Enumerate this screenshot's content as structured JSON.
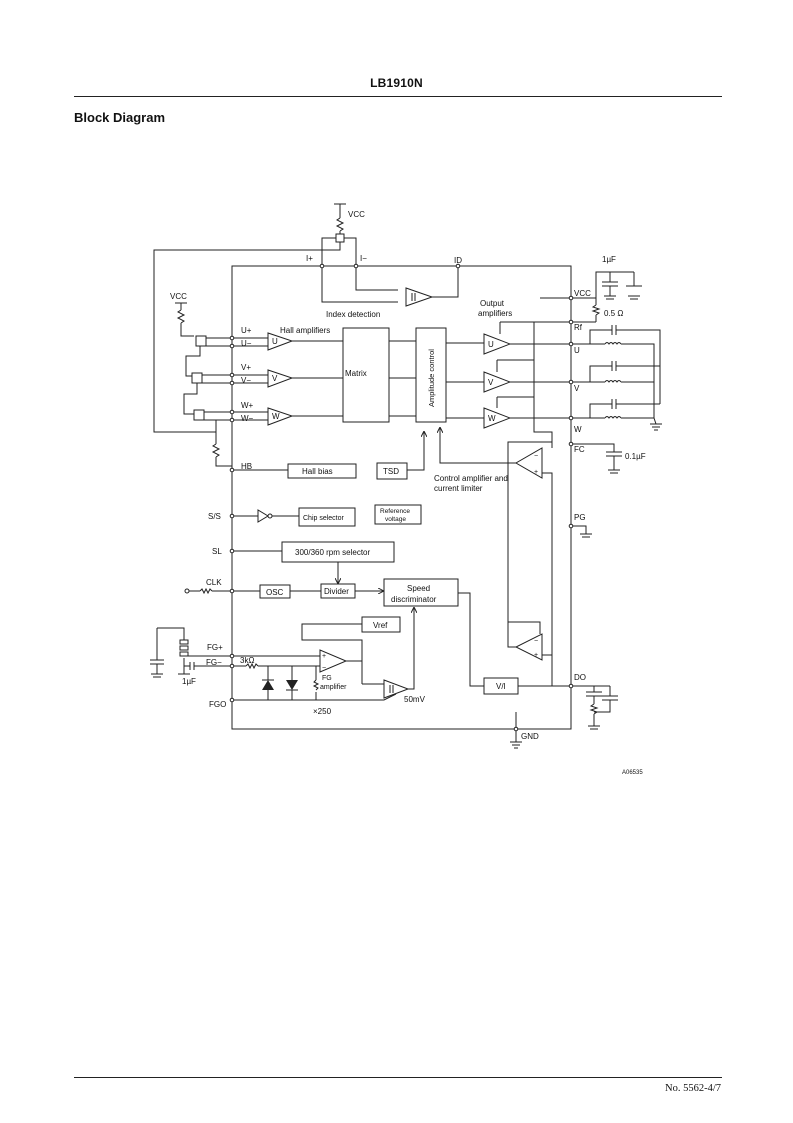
{
  "header": {
    "part_number": "LB1910N"
  },
  "section": {
    "title": "Block Diagram"
  },
  "footer": {
    "page_number": "No. 5562-4/7"
  },
  "diagram": {
    "blocks": {
      "matrix": "Matrix",
      "amplitude_control": "Amplitude control",
      "hall_bias": "Hall bias",
      "tsd": "TSD",
      "chip_selector": "Chip selector",
      "reference_voltage_line1": "Reference",
      "reference_voltage_line2": "voltage",
      "rpm_selector": "300/360 rpm selector",
      "osc": "OSC",
      "divider": "Divider",
      "speed_disc_line1": "Speed",
      "speed_disc_line2": "discriminator",
      "vref": "Vref",
      "vi": "V/I"
    },
    "amp_letters": {
      "u": "U",
      "v": "V",
      "w": "W"
    },
    "labels": {
      "vcc_top": "VCC",
      "vcc_left": "VCC",
      "vcc_right": "VCC",
      "i_plus": "I+",
      "i_minus": "I−",
      "id": "ID",
      "index_detection": "Index  detection",
      "hall_amplifiers": "Hall amplifiers",
      "output_amplifiers_line1": "Output",
      "output_amplifiers_line2": "amplifiers",
      "control_amp_line1": "Control amplifier and",
      "control_amp_line2": "current limiter",
      "fg_amplifier_line1": "FG",
      "fg_amplifier_line2": "amplifier",
      "x250": "×250",
      "fifty_mv": "50mV",
      "three_kohm": "3kΩ",
      "one_uf_top": "1µF",
      "half_ohm": "0.5 Ω",
      "point_one_uf": "0.1µF",
      "one_uf_left": "1µF",
      "drawing_code": "A06535"
    },
    "pins_left": {
      "u_plus": "U+",
      "u_minus": "U−",
      "v_plus": "V+",
      "v_minus": "V−",
      "w_plus": "W+",
      "w_minus": "W−",
      "hb": "HB",
      "ss": "S/S",
      "sl": "SL",
      "clk": "CLK",
      "fg_plus": "FG+",
      "fg_minus": "FG−",
      "fgo": "FGO"
    },
    "pins_right": {
      "vcc": "VCC",
      "rf": "Rf",
      "u": "U",
      "v": "V",
      "w": "W",
      "fc": "FC",
      "pg": "PG",
      "do": "DO",
      "gnd": "GND"
    }
  }
}
